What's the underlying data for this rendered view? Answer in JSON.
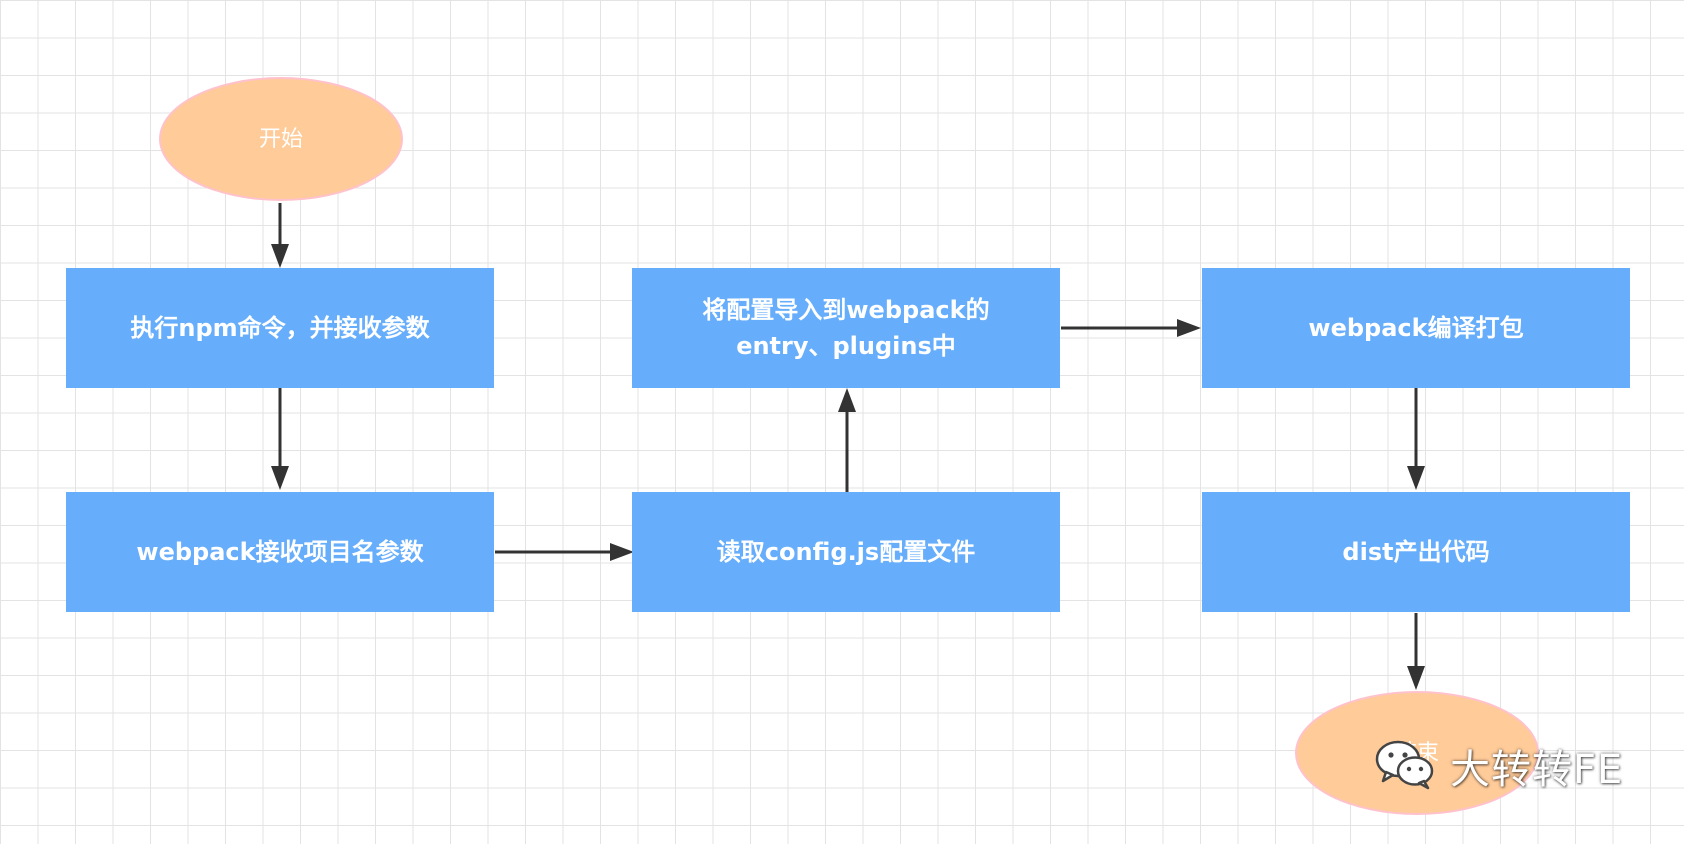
{
  "diagram": {
    "nodes": {
      "start": "开始",
      "run_npm": "执行npm命令，并接收参数",
      "receive_name": "webpack接收项目名参数",
      "read_config": "读取config.js配置文件",
      "import_config": "将配置导入到webpack的\nentry、plugins中",
      "compile": "webpack编译打包",
      "dist": "dist产出代码",
      "end": "结束"
    },
    "edges": [
      {
        "from": "start",
        "to": "run_npm"
      },
      {
        "from": "run_npm",
        "to": "receive_name"
      },
      {
        "from": "receive_name",
        "to": "read_config"
      },
      {
        "from": "read_config",
        "to": "import_config"
      },
      {
        "from": "import_config",
        "to": "compile"
      },
      {
        "from": "compile",
        "to": "dist"
      },
      {
        "from": "dist",
        "to": "end"
      }
    ]
  },
  "watermark": {
    "icon": "wechat-icon",
    "text": "大转转FE"
  },
  "colors": {
    "process_fill": "#66adfb",
    "terminal_fill": "#ffcb99",
    "terminal_border": "#ffc2cc",
    "arrow": "#333333",
    "grid": "#e3e3e3"
  }
}
